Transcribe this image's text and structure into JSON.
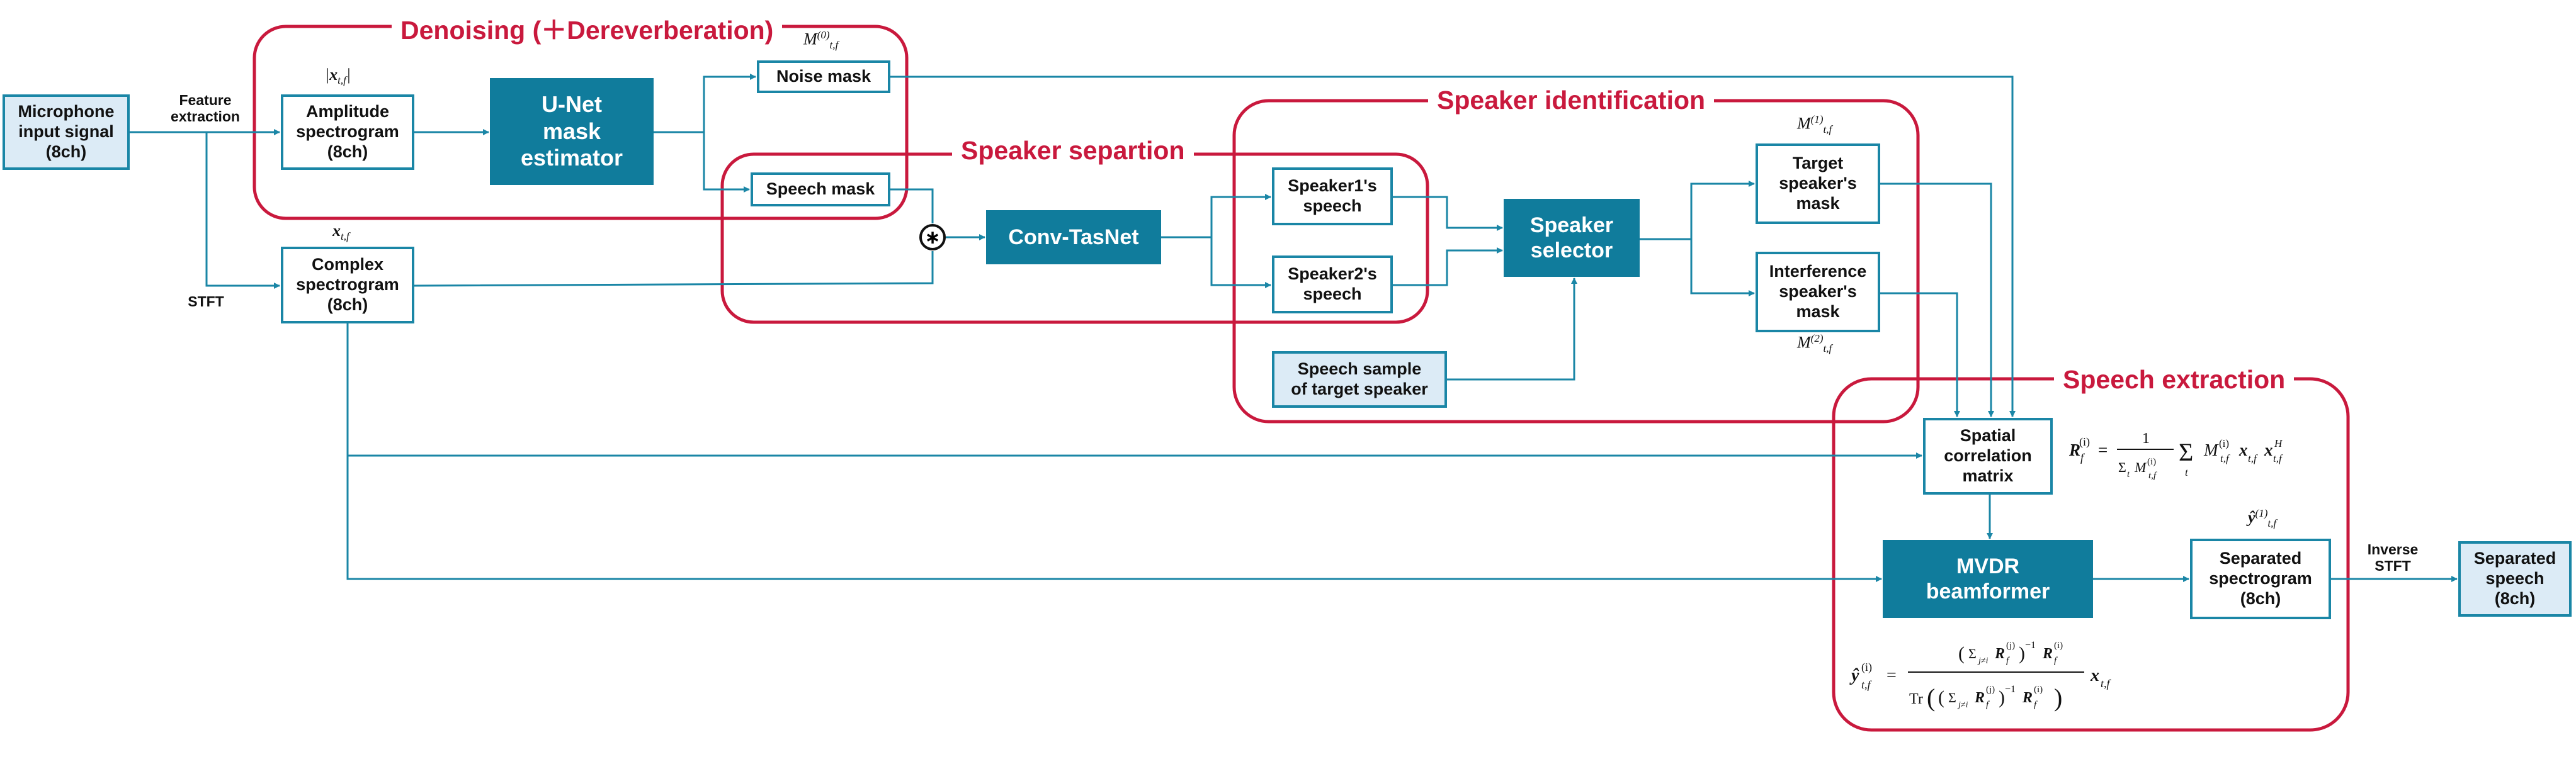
{
  "nodes": {
    "mic_input": "Microphone\ninput signal\n(8ch)",
    "amplitude_spec": "Amplitude\nspectrogram\n(8ch)",
    "unet": "U-Net\nmask\nestimator",
    "noise_mask": "Noise mask",
    "speech_mask": "Speech mask",
    "complex_spec": "Complex\nspectrogram\n(8ch)",
    "conv_tasnet": "Conv-TasNet",
    "speaker1": "Speaker1's\nspeech",
    "speaker2": "Speaker2's\nspeech",
    "speaker_selector": "Speaker\nselector",
    "speech_sample": "Speech sample\nof target speaker",
    "target_mask": "Target\nspeaker's\nmask",
    "interference_mask": "Interference\nspeaker's\nmask",
    "spatial_corr": "Spatial\ncorrelation\nmatrix",
    "mvdr": "MVDR\nbeamformer",
    "separated_spec": "Separated\nspectrogram\n(8ch)",
    "separated_speech": "Separated\nspeech\n(8ch)"
  },
  "labels": {
    "feature_extraction": "Feature\nextraction",
    "stft": "STFT",
    "inverse_stft": "Inverse\nSTFT",
    "multiply_symbol": "∗"
  },
  "groups": {
    "denoising": "Denoising (＋Dereverberation)",
    "speaker_separation": "Speaker separtion",
    "speaker_identification": "Speaker identification",
    "speech_extraction": "Speech extraction"
  },
  "colors": {
    "accent_teal": "#107c9c",
    "box_border": "#1a86a6",
    "shaded_fill": "#dcebf6",
    "group_red": "#c9193d"
  }
}
